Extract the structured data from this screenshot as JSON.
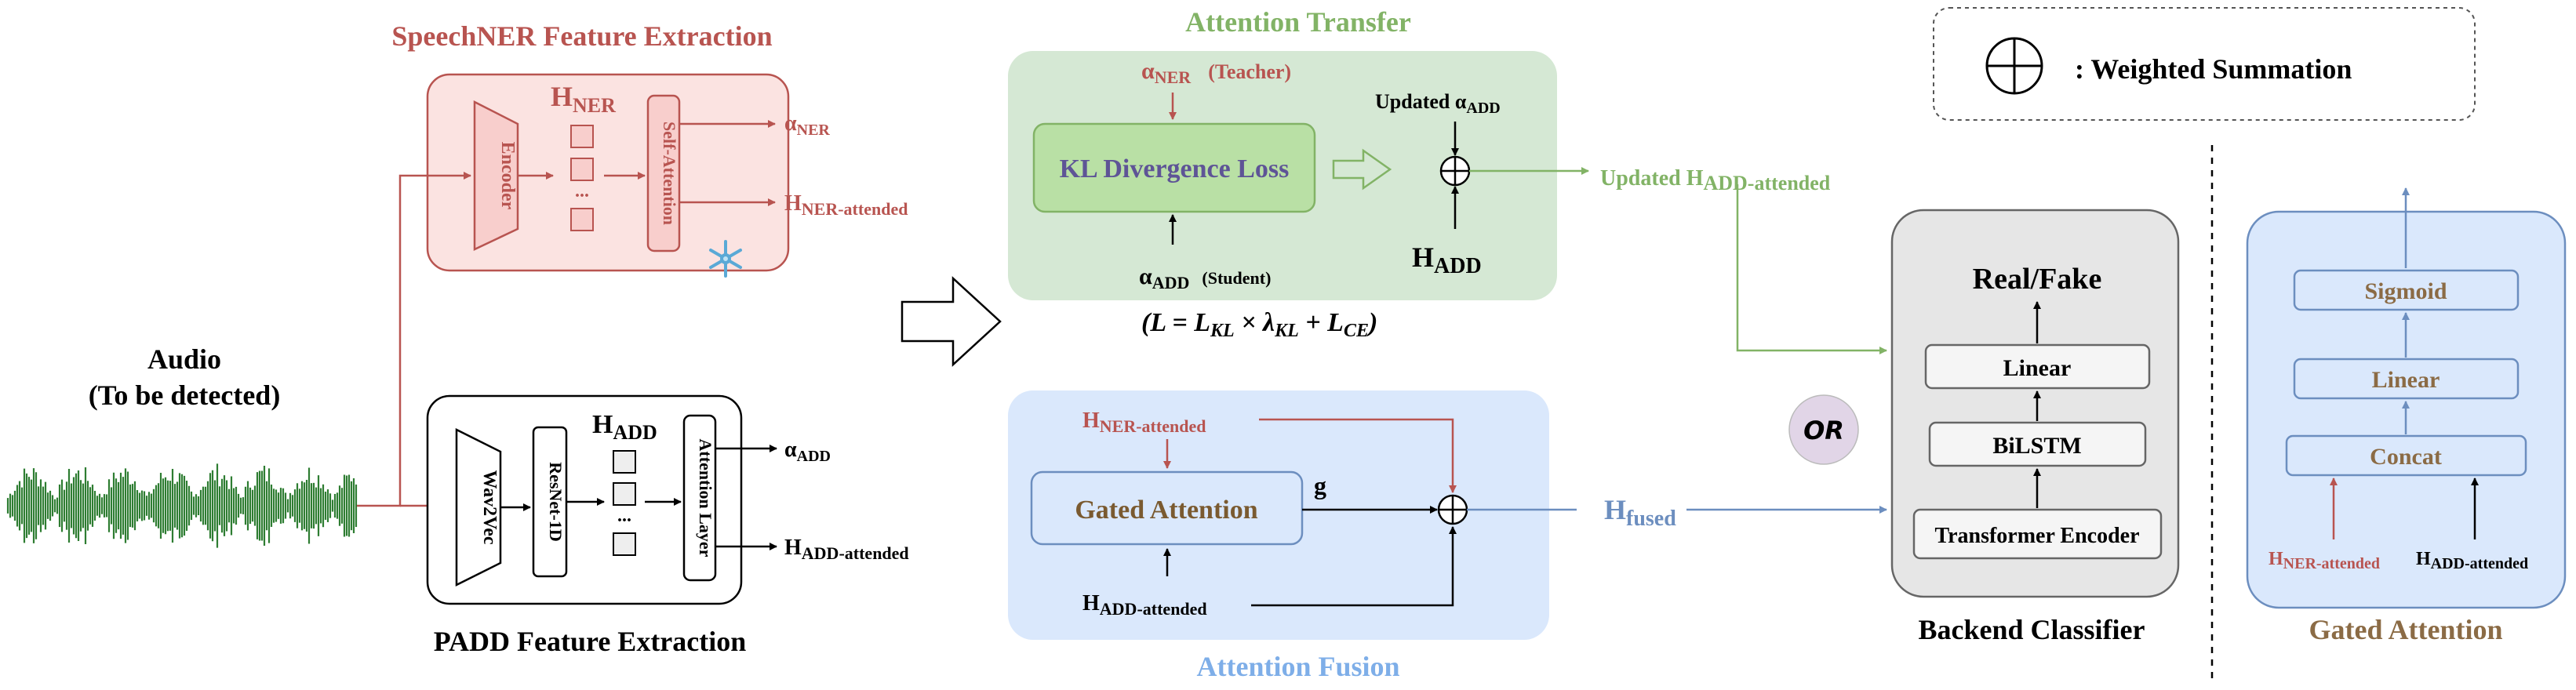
{
  "colors": {
    "ner": "#b85450",
    "ner_fill": "#f8cecc",
    "ner_panel": "#fbe3e1",
    "padd": "#000000",
    "transfer_panel": "#d5e8d4",
    "transfer_text": "#82b366",
    "kl_fill": "#b9e0a5",
    "fusion_panel": "#dae8fc",
    "fusion_text": "#6c8ebf",
    "gate_fill": "#dae8fc",
    "backend_panel": "#e6e6e6",
    "or_fill": "#e1d5e7",
    "gated_title": "#8b6b45",
    "waveform": "#2e7d32"
  },
  "speechner": {
    "title": "SpeechNER Feature Extraction",
    "encoder": "Encoder",
    "h_label": "H",
    "h_sub": "NER",
    "dots": "...",
    "attention": "Self-Attention",
    "out_alpha": "α",
    "out_alpha_sub": "NER",
    "out_h": "H",
    "out_h_sub": "NER-attended",
    "frozen_icon": "snowflake-icon"
  },
  "audio": {
    "line1": "Audio",
    "line2": "(To be detected)"
  },
  "padd": {
    "title": "PADD Feature Extraction",
    "wav2vec": "Wav2Vec",
    "resnet": "ResNet-1D",
    "h_label": "H",
    "h_sub": "ADD",
    "dots": "...",
    "attention": "Attention Layer",
    "out_alpha": "α",
    "out_alpha_sub": "ADD",
    "out_h": "H",
    "out_h_sub": "ADD-attended"
  },
  "transfer": {
    "title": "Attention Transfer",
    "teacher_alpha": "α",
    "teacher_sub": "NER",
    "teacher_tag": "(Teacher)",
    "kl": "KL Divergence Loss",
    "student_alpha": "α",
    "student_sub": "ADD",
    "student_tag": "(Student)",
    "updated_alpha_prefix": "Updated α",
    "updated_alpha_sub": "ADD",
    "h_add": "H",
    "h_add_sub": "ADD",
    "output_prefix": "Updated  H",
    "output_sub": "ADD-attended",
    "formula": {
      "open": "(L = L",
      "kl_sub": "KL",
      "times": " × λ",
      "lambda_sub": "KL",
      "plus": " + L",
      "ce_sub": "CE",
      "close": ")"
    }
  },
  "fusion": {
    "title": "Attention Fusion",
    "in_top": "H",
    "in_top_sub": "NER-attended",
    "gate": "Gated Attention",
    "g": "g",
    "in_bottom": "H",
    "in_bottom_sub": "ADD-attended",
    "output": "H",
    "output_sub": "fused"
  },
  "or_label": "OR",
  "backend": {
    "title": "Backend Classifier",
    "output": "Real/Fake",
    "linear": "Linear",
    "bilstm": "BiLSTM",
    "transformer": "Transformer Encoder"
  },
  "legend": {
    "icon": "weighted-sum-icon",
    "label": ":  Weighted Summation"
  },
  "gated": {
    "title": "Gated Attention",
    "sigmoid": "Sigmoid",
    "linear": "Linear",
    "concat": "Concat",
    "in_left": "H",
    "in_left_sub": "NER-attended",
    "in_right": "H",
    "in_right_sub": "ADD-attended"
  }
}
